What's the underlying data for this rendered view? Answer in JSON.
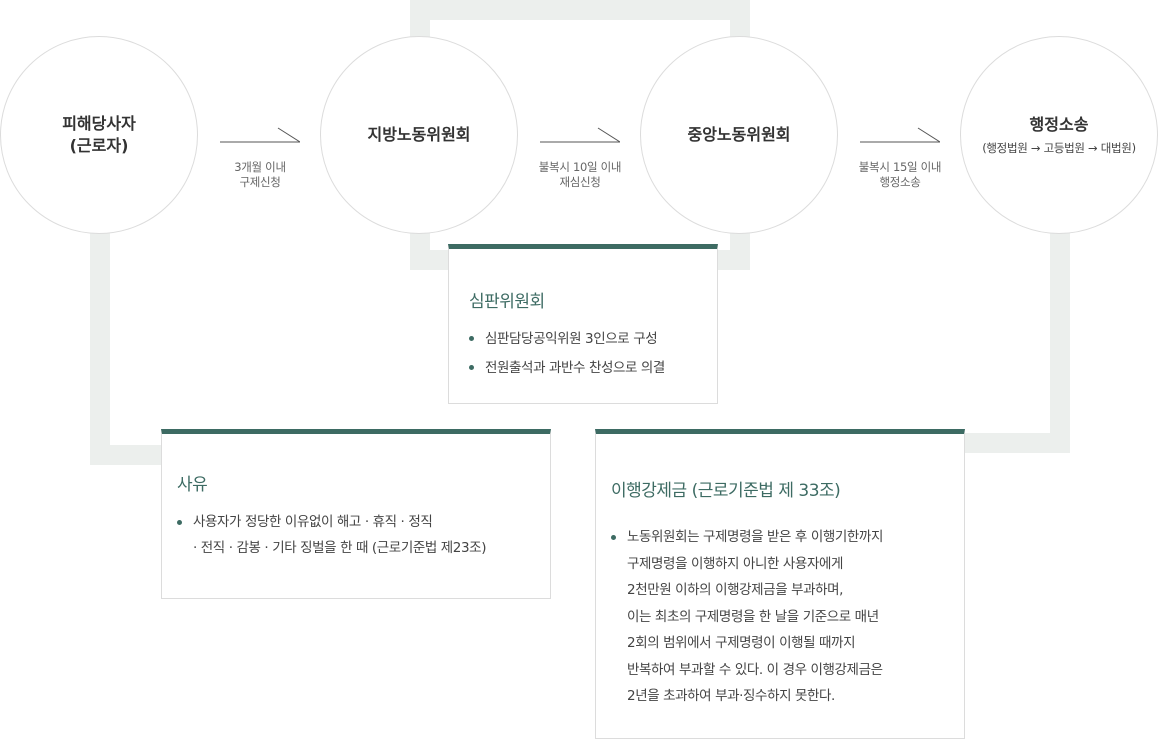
{
  "flow": {
    "steps": [
      {
        "line1": "피해당사자",
        "line2": "(근로자)"
      },
      {
        "line1": "지방노동위원회"
      },
      {
        "line1": "중앙노동위원회"
      },
      {
        "line1": "행정소송",
        "line2": "(행정법원 → 고등법원 → 대법원)"
      }
    ],
    "transitions": [
      {
        "line1": "3개월 이내",
        "line2": "구제신청"
      },
      {
        "line1": "불복시 10일 이내",
        "line2": "재심신청"
      },
      {
        "line1": "불복시 15일 이내",
        "line2": "행정소송"
      }
    ]
  },
  "panel": {
    "title": "심판위원회",
    "items": [
      "심판담당공익위원 3인으로 구성",
      "전원출석과 과반수 찬성으로 의결"
    ]
  },
  "reason": {
    "title": "사유",
    "item_lines": [
      "사용자가 정당한 이유없이 해고 · 휴직 · 정직",
      "· 전직 · 감봉 · 기타 징벌을 한 때 (근로기준법 제23조)"
    ]
  },
  "penalty": {
    "title": "이행강제금 (근로기준법 제 33조)",
    "item_lines": [
      "노동위원회는 구제명령을 받은 후 이행기한까지",
      "구제명령을 이행하지 아니한 사용자에게",
      "2천만원 이하의 이행강제금을 부과하며,",
      "이는 최초의 구제명령을 한 날을 기준으로 매년",
      "2회의 범위에서 구제명령이 이행될 때까지",
      "반복하여 부과할 수 있다. 이 경우 이행강제금은",
      "2년을 초과하여 부과·징수하지 못한다."
    ]
  },
  "colors": {
    "accent": "#3d6b63",
    "connector": "#ecefed",
    "border": "#dcdcdc"
  }
}
